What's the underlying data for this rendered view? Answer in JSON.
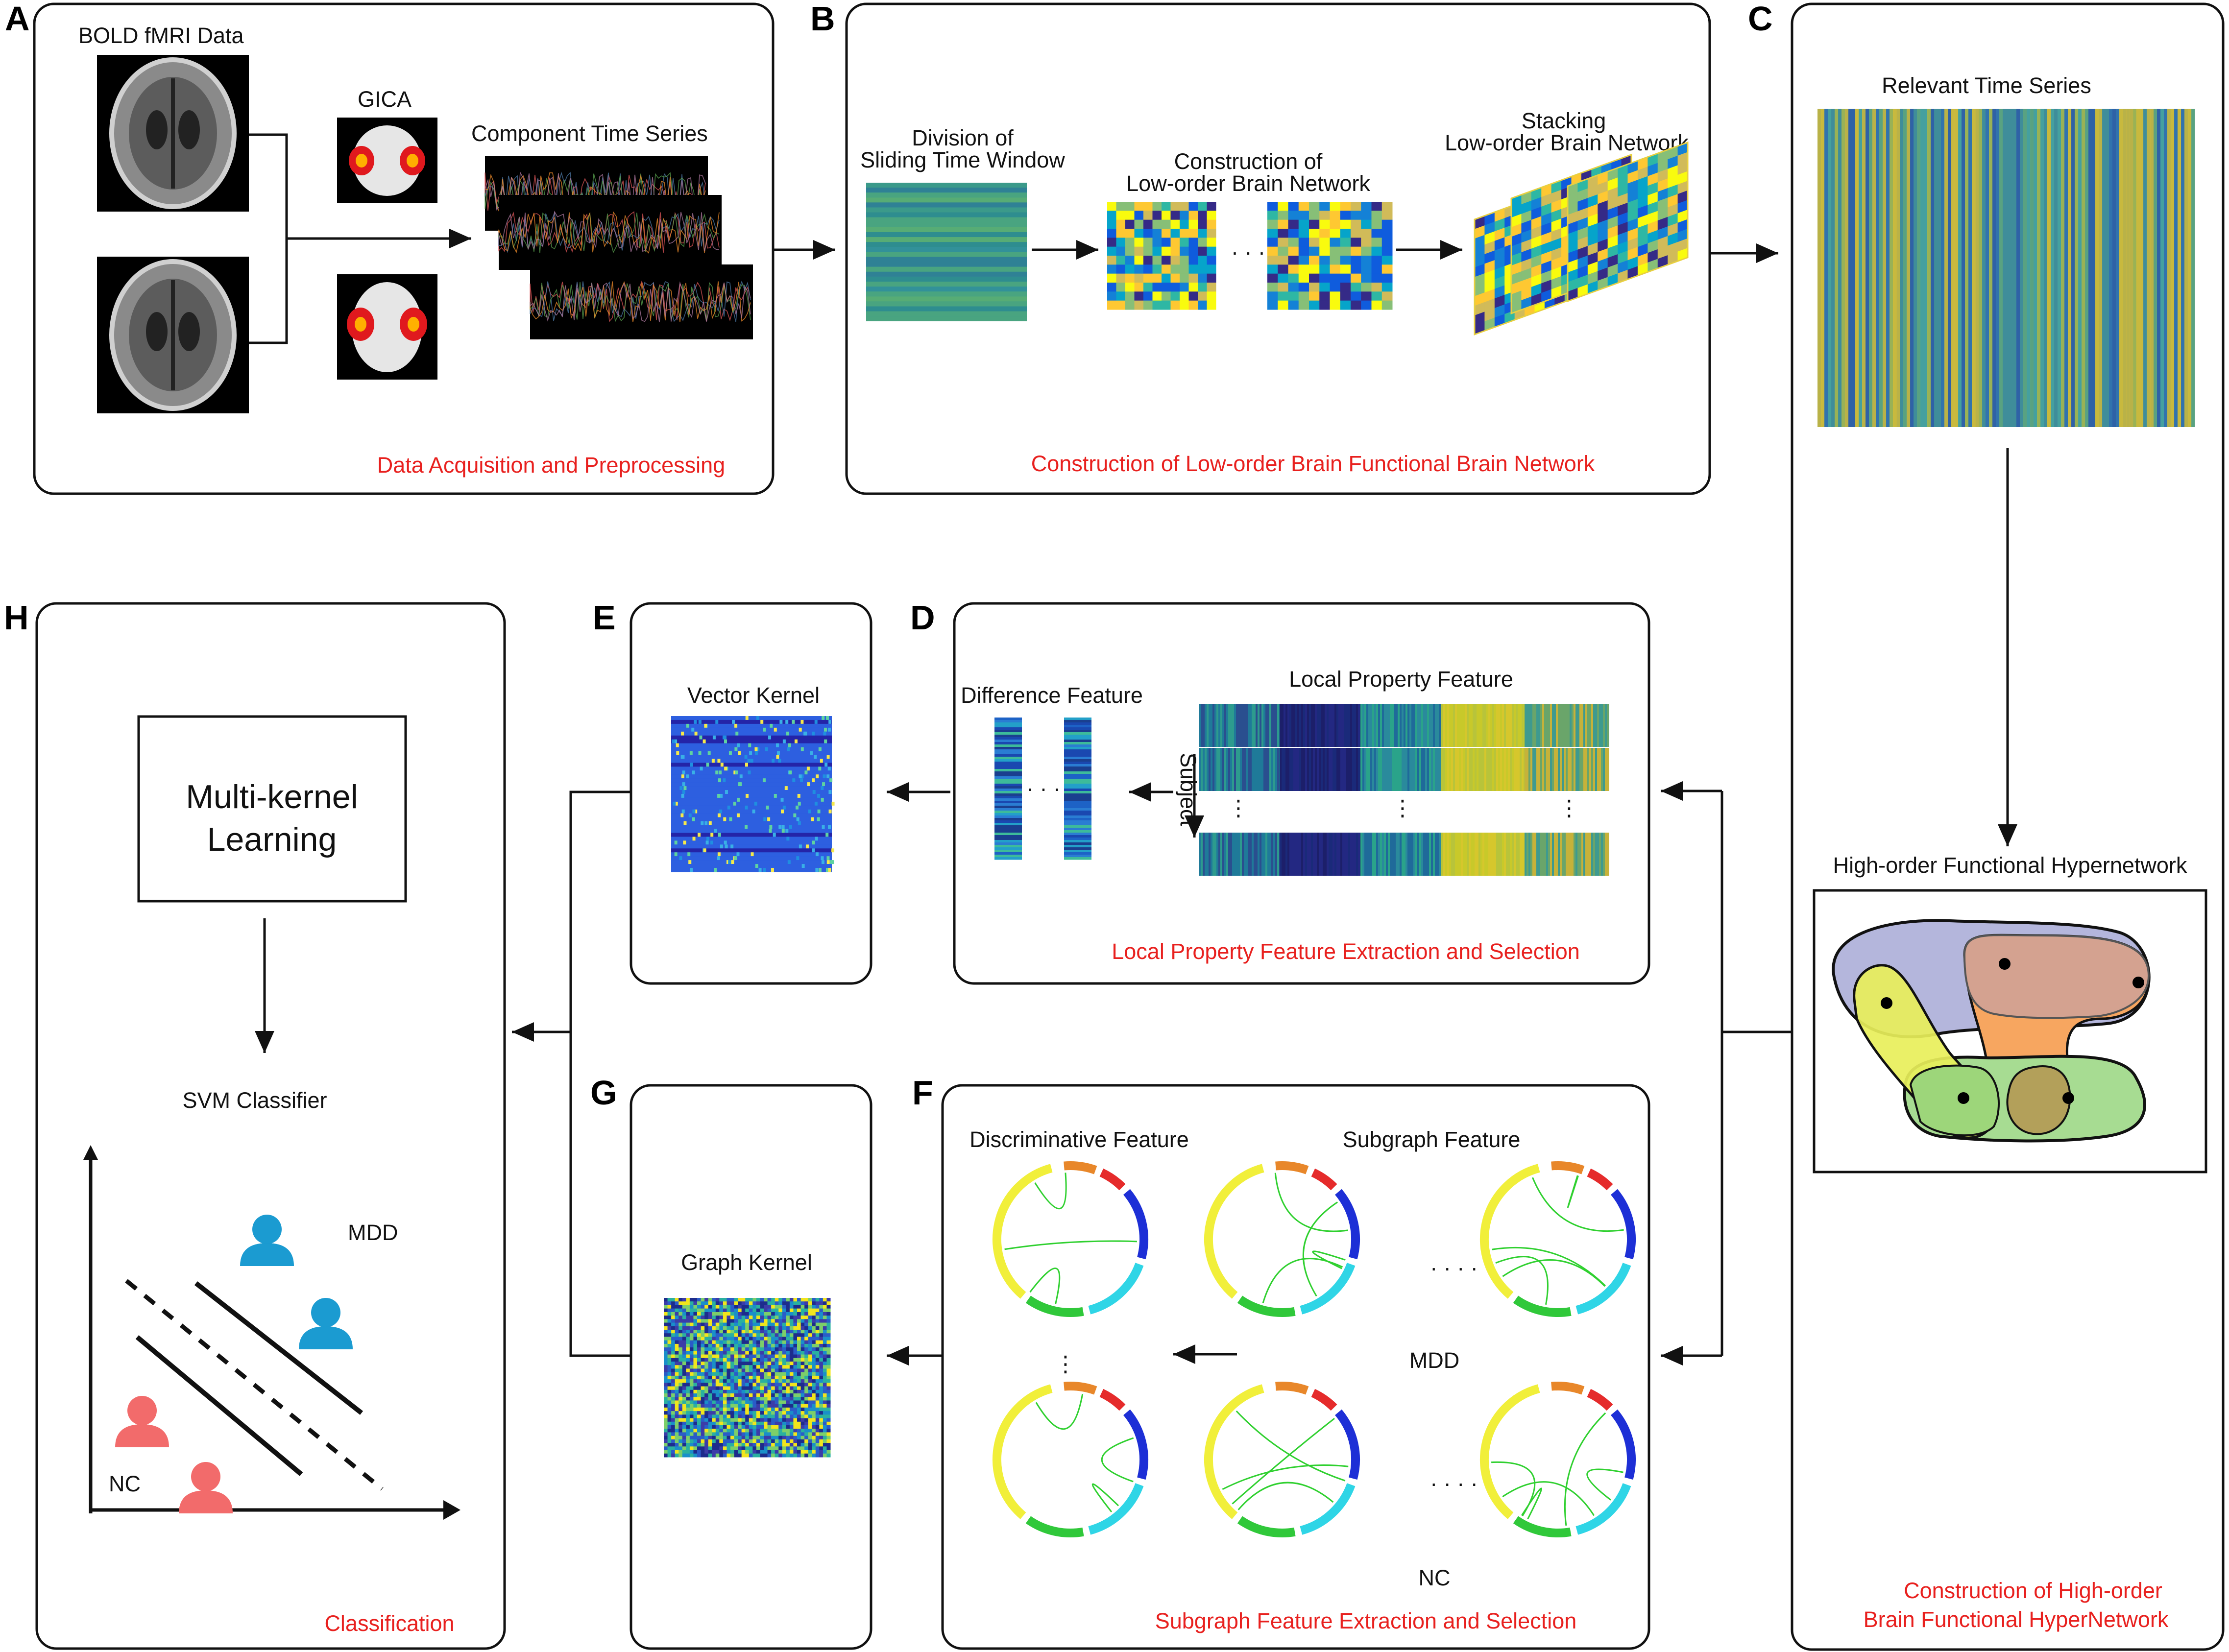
{
  "panels": {
    "A": {
      "letter": "A",
      "caption": "Data Acquisition and Preprocessing",
      "bold_label": "BOLD fMRI Data",
      "gica_label": "GICA",
      "series_label": "Component Time Series"
    },
    "B": {
      "letter": "B",
      "caption": "Construction of Low-order Brain Functional Brain Network",
      "division_label_1": "Division of",
      "division_label_2": "Sliding Time Window",
      "construction_label_1": "Construction of",
      "construction_label_2": "Low-order Brain Network",
      "stacking_label_1": "Stacking",
      "stacking_label_2": "Low-order Brain Network",
      "dots": "· · ·"
    },
    "C": {
      "letter": "C",
      "caption_1": "Construction of High-order",
      "caption_2": "Brain Functional HyperNetwork",
      "series_label": "Relevant Time Series",
      "hyper_label": "High-order Functional Hypernetwork"
    },
    "D": {
      "letter": "D",
      "caption": "Local Property Feature Extraction and Selection",
      "local_label": "Local Property Feature",
      "difference_label": "Difference Feature",
      "subject_label": "Subject",
      "dots": "· · ·"
    },
    "E": {
      "letter": "E",
      "title": "Vector Kernel"
    },
    "F": {
      "letter": "F",
      "caption": "Subgraph Feature Extraction and Selection",
      "discriminative_label": "Discriminative Feature",
      "subgraph_label": "Subgraph Feature",
      "mdd_label": "MDD",
      "nc_label": "NC",
      "dots": "· · · ·"
    },
    "G": {
      "letter": "G",
      "title": "Graph Kernel"
    },
    "H": {
      "letter": "H",
      "caption": "Classification",
      "mkl_1": "Multi-kernel",
      "mkl_2": "Learning",
      "svm_label": "SVM Classifier",
      "mdd_label": "MDD",
      "nc_label": "NC"
    }
  },
  "colors": {
    "caption": "#e8201e",
    "mdd_person": "#1b9bd1",
    "nc_person": "#f26b6b",
    "hyperedge_purple": "#b4b6dc",
    "hyperedge_brown": "#d4a290",
    "hyperedge_yellow": "#e8ef5a",
    "hyperedge_orange": "#f7a660",
    "hyperedge_green": "#a7dc92",
    "chord_arc": "#2fd02f"
  }
}
